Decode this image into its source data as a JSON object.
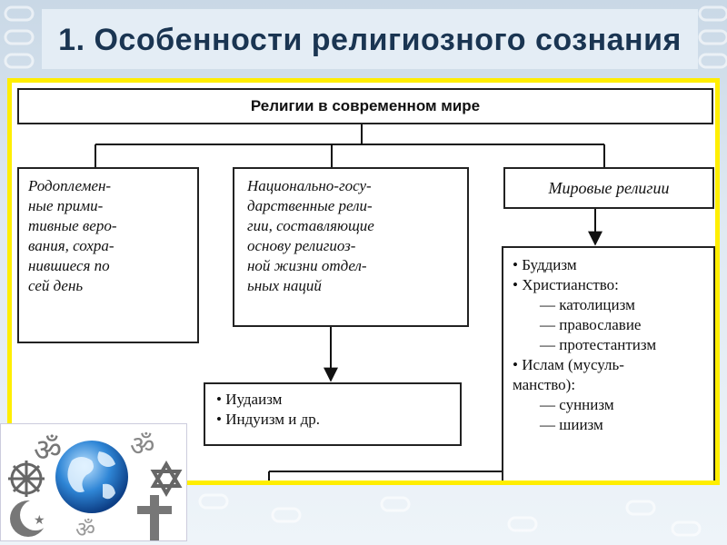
{
  "slide": {
    "title": "1. Особенности религиозного сознания"
  },
  "diagram": {
    "root": "Религии в современном мире",
    "tribal": "Родоплемен-\nные прими-\nтивные веро-\nвания, сохра-\nнившиеся по\nсей день",
    "national": "Национально-госу-\nдарственные рели-\nгии, составляющие\nоснову религиоз-\nной жизни отдел-\nьных наций",
    "world": "Мировые религии",
    "national_examples": [
      "• Иудаизм",
      "• Индуизм и др."
    ],
    "world_list": {
      "buddhism": "• Буддизм",
      "christianity": "• Христианство:",
      "christianity_branches": [
        "— католицизм",
        "— православие",
        "— протестантизм"
      ],
      "islam_line1": "• Ислам (мусуль-",
      "islam_line2": "манство):",
      "islam_branches": [
        "— суннизм",
        "— шиизм"
      ]
    }
  },
  "colors": {
    "frame": "#ffee00",
    "title": "#1a3552",
    "background": "#d6e3ee"
  },
  "icons": [
    "om-icon",
    "dharma-wheel-icon",
    "globe-icon",
    "star-of-david-icon",
    "cross-icon",
    "crescent-icon"
  ]
}
